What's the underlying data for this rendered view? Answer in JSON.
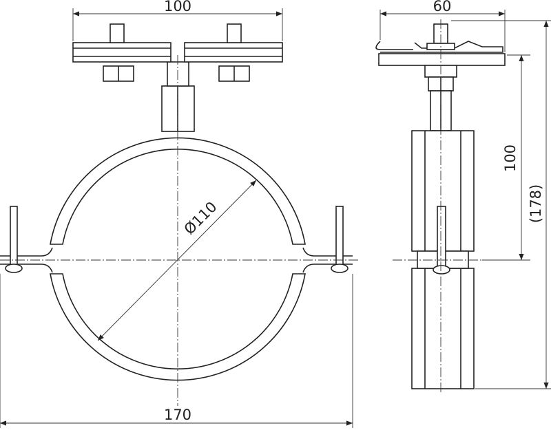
{
  "dimensions": {
    "front_width": "100",
    "diameter": "Ø110",
    "overall_width": "170",
    "side_width": "60",
    "height": "100",
    "overall_height": "(178)"
  }
}
